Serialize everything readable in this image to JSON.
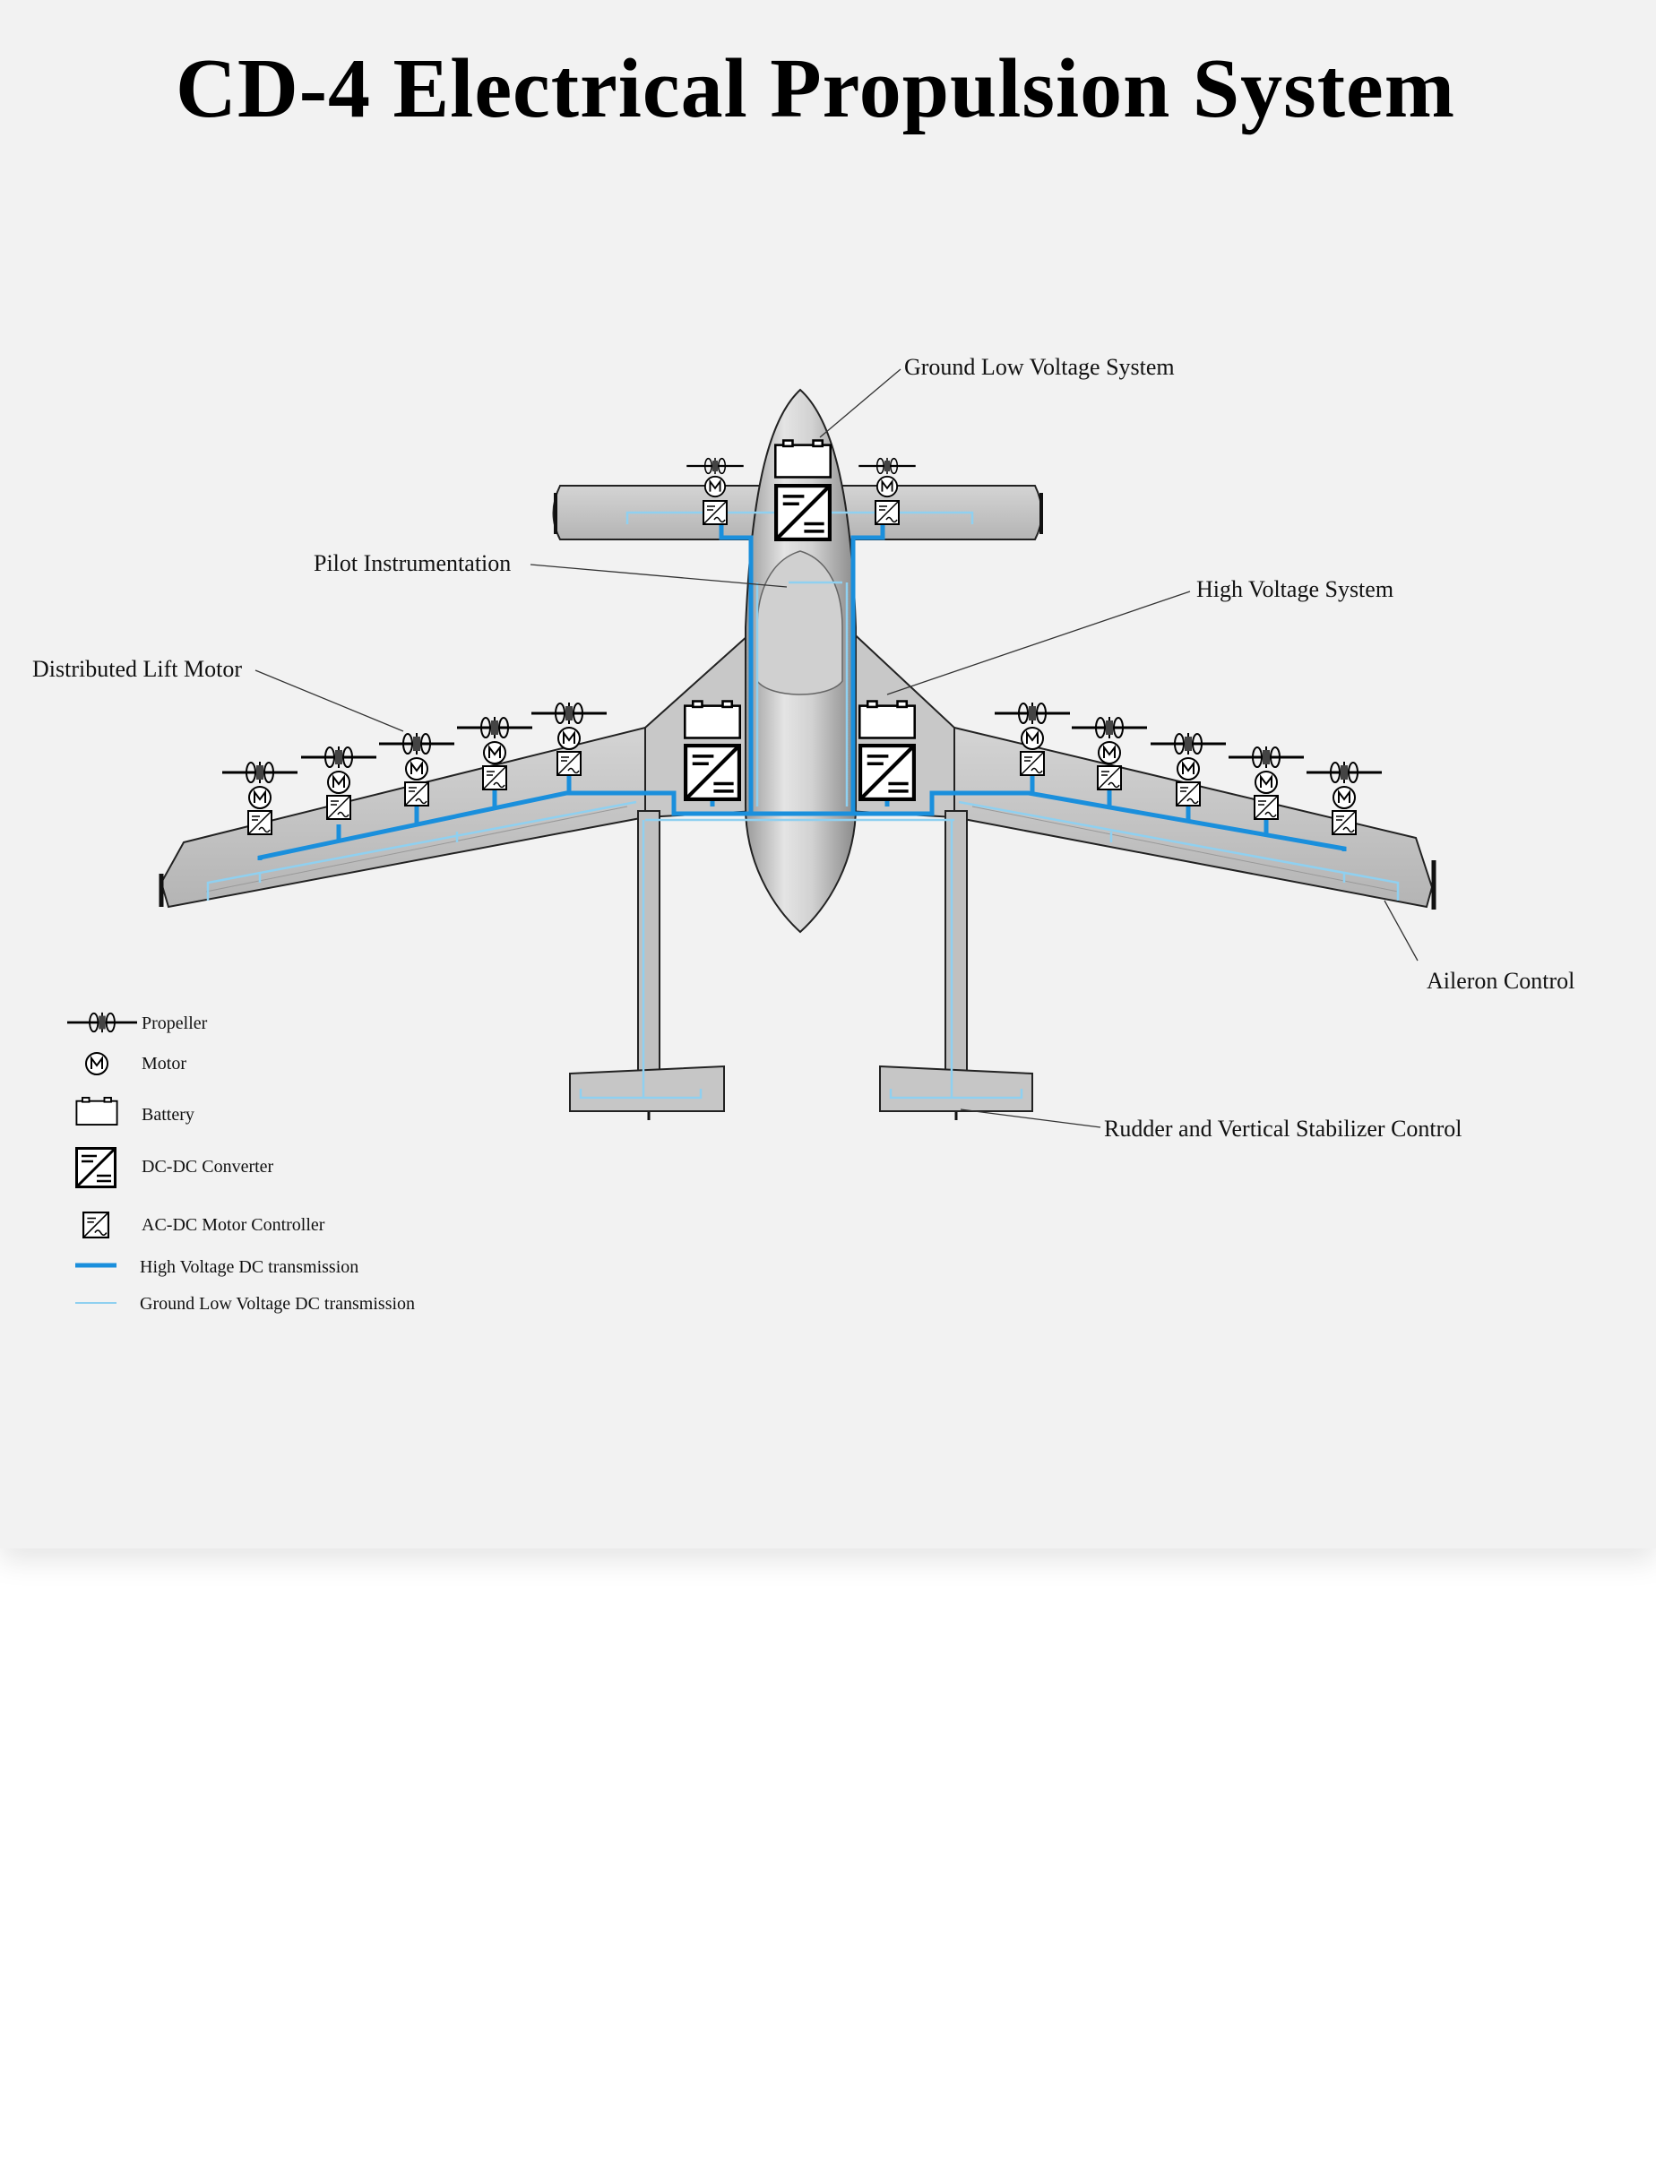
{
  "title": "CD-4 Electrical Propulsion System",
  "callouts": {
    "ground_low_voltage": "Ground Low Voltage System",
    "pilot_instrumentation": "Pilot Instrumentation",
    "high_voltage": "High Voltage System",
    "distributed_lift_motor": "Distributed Lift Motor",
    "aileron_control": "Aileron Control",
    "rudder_control": "Rudder and Vertical Stabilizer Control"
  },
  "legend": {
    "propeller": "Propeller",
    "motor": "Motor",
    "battery": "Battery",
    "dcdc_converter": "DC-DC Converter",
    "acdc_controller": "AC-DC Motor Controller",
    "hv_transmission": "High Voltage DC transmission",
    "lv_transmission": "Ground Low Voltage DC transmission"
  },
  "motor_symbol_letter": "M",
  "colors": {
    "high_voltage_line": "#1a8fdc",
    "low_voltage_line": "#8fd0f0",
    "airframe": "#c4c4c4",
    "background": "#f2f2f2"
  },
  "icons": [
    "propeller-icon",
    "motor-icon",
    "battery-icon",
    "dcdc-converter-icon",
    "motor-controller-icon"
  ]
}
